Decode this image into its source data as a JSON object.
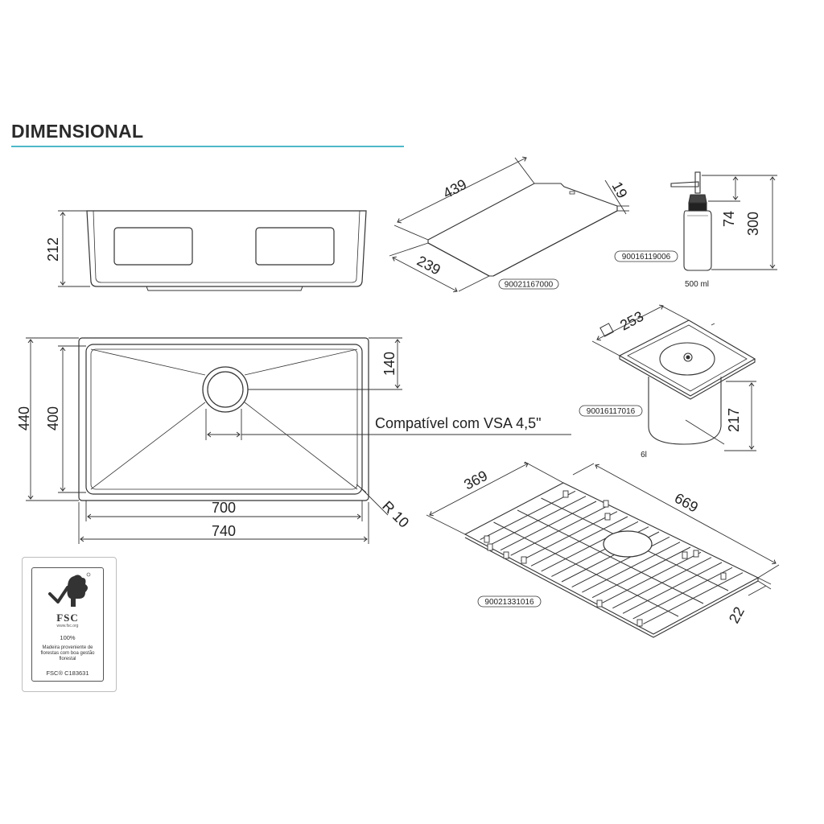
{
  "section": {
    "title": "DIMENSIONAL"
  },
  "dims": {
    "front_height": "212",
    "top_outer_height": "440",
    "top_inner_height": "400",
    "drain_offset": "140",
    "inner_width": "700",
    "outer_width": "740",
    "corner_radius": "R 10",
    "compat": "Compatível com VSA 4,5\""
  },
  "board": {
    "length": "439",
    "width": "239",
    "thickness": "19",
    "code": "90021167000"
  },
  "dispenser": {
    "top": "74",
    "height": "300",
    "capacity": "500 ml",
    "code": "90016119006"
  },
  "bin": {
    "square": "253",
    "height": "217",
    "capacity": "6l",
    "code": "90016117016"
  },
  "grid": {
    "width": "369",
    "length": "669",
    "height": "22",
    "code": "90021331016"
  },
  "fsc": {
    "word": "FSC",
    "url": "www.fsc.org",
    "percent": "100%",
    "description": "Madeira proveniente de florestas com boa gestão florestal",
    "license": "FSC® C183631"
  },
  "colors": {
    "accent": "#4fb8c9",
    "line": "#333333"
  }
}
